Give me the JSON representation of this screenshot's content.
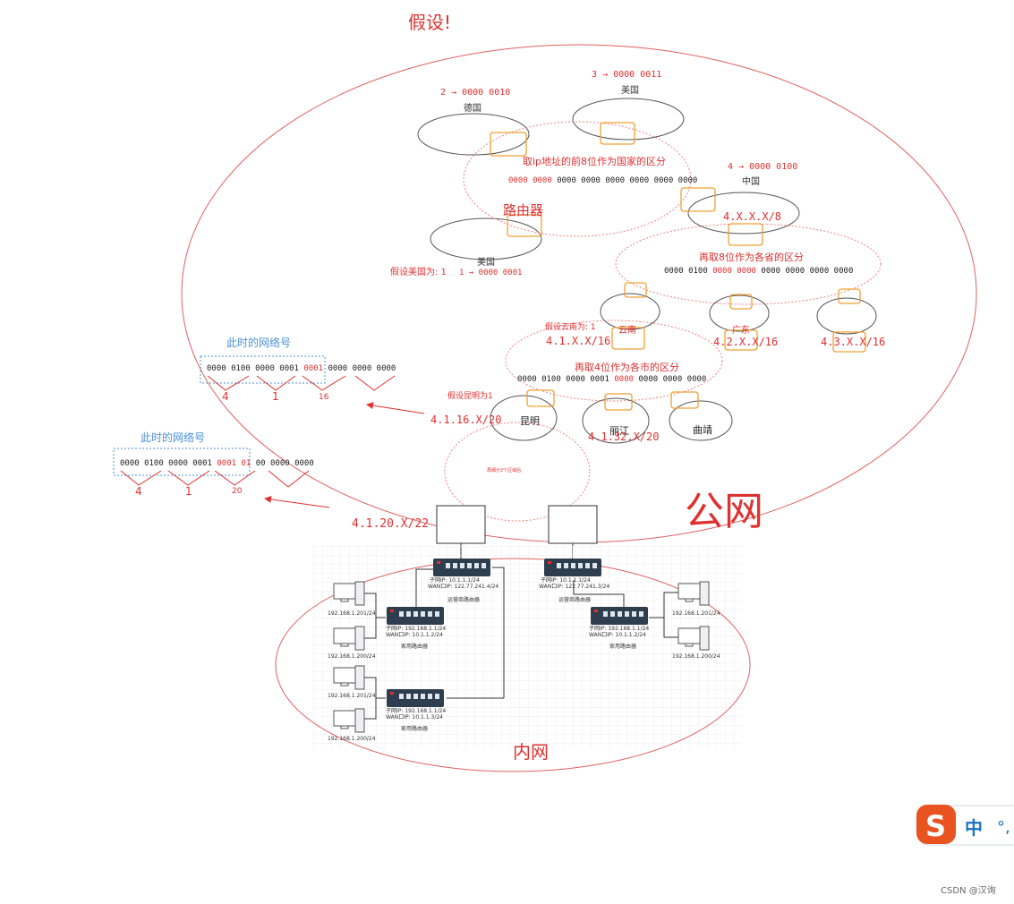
{
  "title": "假设!",
  "public_net_label": "公网",
  "intranet_label": "内网",
  "router_label": "路由器",
  "countries": {
    "germany": {
      "code": "2 → 0000 0010",
      "name": "德国"
    },
    "usa_top": {
      "code": "3 → 0000 0011",
      "name": "美国"
    },
    "china": {
      "code": "4 → 0000 0100",
      "name": "中国",
      "prefix": "4.X.X.X/8"
    },
    "usa_left": {
      "name": "美国",
      "assume": "假设美国为: 1",
      "code": "1 → 0000 0001"
    }
  },
  "country_split": {
    "desc": "取ip地址的前8位作为国家的区分",
    "bits_red": "0000 0000",
    "bits_rest": "0000 0000 0000 0000 0000 0000"
  },
  "province_split": {
    "desc": "再取8位作为各省的区分",
    "bits_a": "0000 0100",
    "bits_red": "0000 0000",
    "bits_rest": "0000 0000 0000 0000"
  },
  "provinces": {
    "yunnan": {
      "assume": "假设云南为: 1",
      "name": "云南",
      "prefix": "4.1.X.X/16"
    },
    "guangdong": {
      "name": "广东",
      "prefix": "4.2.X.X/16"
    },
    "third": {
      "prefix": "4.3.X.X/16"
    }
  },
  "city_split": {
    "desc": "再取4位作为各市的区分",
    "bits_a": "0000 0100 0000 0001",
    "bits_red": "0000",
    "bits_rest": "0000 0000 0000"
  },
  "cities": {
    "assume_kunming": "假设昆明为1",
    "kunming": {
      "name": "昆明",
      "prefix": "4.1.16.X/20"
    },
    "lijiang": {
      "name": "丽江",
      "prefix": "4.1.32.X/20"
    },
    "qujing": {
      "name": "曲靖"
    },
    "sub_desc": "再细分2个区域后"
  },
  "network_no_1": {
    "label": "此时的网络号",
    "bits_black": "0000 0100 0000 0001",
    "bits_red": "0001",
    "bits_rest": "0000 0000 0000",
    "n1": "4",
    "n2": "1",
    "n3": "16"
  },
  "network_no_2": {
    "label": "此时的网络号",
    "bits_black": "0000 0100 0000 0001",
    "bits_red": "0001 01",
    "bits_rest": "00 0000 0000",
    "n1": "4",
    "n2": "1",
    "n3": "20",
    "prefix": "4.1.20.X/22"
  },
  "lan": {
    "isp_router_left": {
      "l1": "子网IP: 10.1.1.1/24",
      "l2": "WAN口IP: 122.77.241.4/24",
      "name": "运营商路由器"
    },
    "isp_router_right": {
      "l1": "子网IP: 10.1.1.1/24",
      "l2": "WAN口IP: 122.77.241.3/24",
      "name": "运营商路由器"
    },
    "home_router_left": {
      "l1": "子网IP: 192.168.1.1/24",
      "l2": "WAN口IP: 10.1.1.2/24",
      "name": "家用路由器"
    },
    "home_router_left2": {
      "l1": "子网IP: 192.168.1.1/24",
      "l2": "WAN口IP: 10.1.1.3/24",
      "name": "家用路由器"
    },
    "home_router_right": {
      "l1": "子网IP: 192.168.1.1/24",
      "l2": "WAN口IP: 10.1.1.2/24",
      "name": "家用路由器"
    },
    "pcs_left": [
      "192.168.1.201/24",
      "192.168.1.200/24",
      "192.168.1.201/24",
      "192.168.1.200/24"
    ],
    "pcs_right": [
      "192.168.1.201/24",
      "192.168.1.200/24"
    ]
  },
  "ime": {
    "zh": "中",
    "punct": "°,"
  },
  "watermark": "CSDN @汉询",
  "colors": {
    "red": "#e03030",
    "orange": "#f0a030",
    "blue": "#4a90d9",
    "dark": "#2f3e4e",
    "gray": "#666666"
  }
}
